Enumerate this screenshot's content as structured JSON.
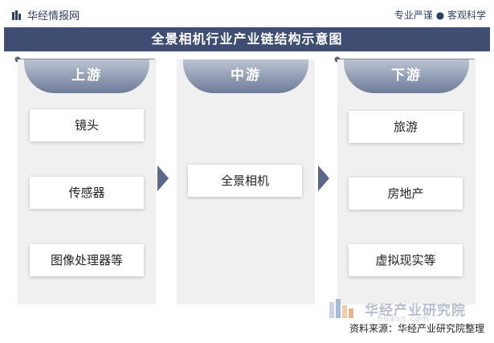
{
  "header": {
    "brand": "华经情报网",
    "tagline": "专业严谨 ● 客观科学"
  },
  "title": "全景相机行业产业链结构示意图",
  "stages": {
    "upstream": {
      "label": "上游",
      "items": [
        "镜头",
        "传感器",
        "图像处理器等"
      ]
    },
    "midstream": {
      "label": "中游",
      "items": [
        "全景相机"
      ]
    },
    "downstream": {
      "label": "下游",
      "items": [
        "旅游",
        "房地产",
        "虚拟现实等"
      ]
    }
  },
  "watermark": {
    "name": "华经产业研究院",
    "url": "huaon.com"
  },
  "source": "资料来源：华经产业研究院整理",
  "colors": {
    "title_bg": "#3f4d72",
    "panel_bg": "#f0f0f0",
    "accent": "#5a6788"
  }
}
